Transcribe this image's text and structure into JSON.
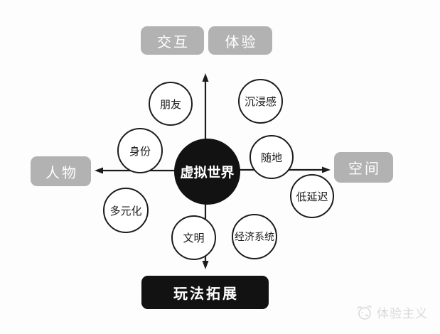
{
  "diagram": {
    "title_node": "虚拟世界",
    "nodes": {
      "virtual_world": "虚拟世界",
      "interaction": "交互",
      "experience": "体验",
      "character": "人物",
      "space": "空间",
      "gameplay_expansion": "玩法拓展",
      "friends": "朋友",
      "immersion": "沉浸感",
      "identity": "身份",
      "anywhere": "随地",
      "diversification": "多元化",
      "low_latency": "低延迟",
      "civilization": "文明",
      "economic_system": "经济系统"
    },
    "arrows": [
      {
        "from": "virtual_world",
        "direction": "up",
        "toward": [
          "交互",
          "体验"
        ]
      },
      {
        "from": "virtual_world",
        "direction": "left",
        "toward": [
          "人物"
        ]
      },
      {
        "from": "virtual_world",
        "direction": "right",
        "toward": [
          "空间"
        ]
      },
      {
        "from": "virtual_world",
        "direction": "down",
        "toward": [
          "玩法拓展"
        ]
      }
    ],
    "colors": {
      "category_box_gray": "#b2b2b2",
      "node_black": "#121212",
      "circle_border": "#1c1c1c",
      "arrow": "#1c1c1c",
      "watermark_gray": "#d9d9d9",
      "background": "#fdfdfd"
    }
  },
  "watermark": {
    "label": "体验主义",
    "icon": "doodle-face-logo"
  }
}
